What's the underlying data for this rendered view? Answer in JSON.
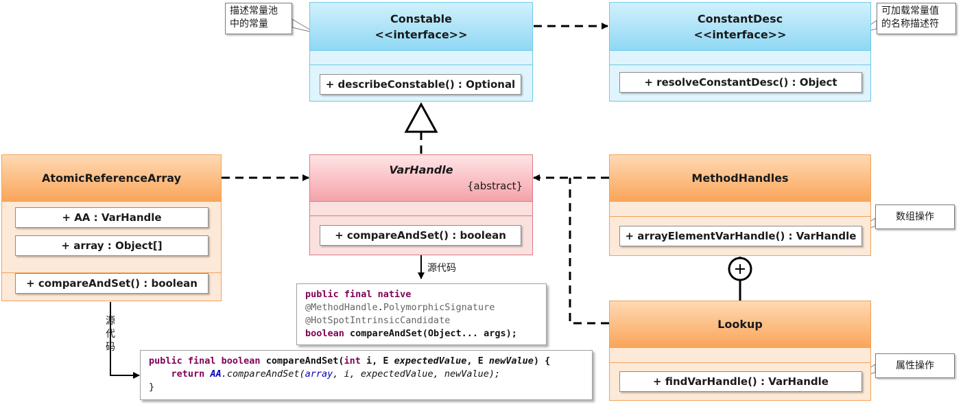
{
  "classes": {
    "constable": {
      "name": "Constable",
      "stereotype": "<<interface>>",
      "method": "+ describeConstable() : Optional"
    },
    "constant_desc": {
      "name": "ConstantDesc",
      "stereotype": "<<interface>>",
      "method": "+ resolveConstantDesc() : Object"
    },
    "var_handle": {
      "name": "VarHandle",
      "modifier": "{abstract}",
      "method": "+ compareAndSet() : boolean"
    },
    "atomic_reference_array": {
      "name": "AtomicReferenceArray",
      "fields": [
        "+ AA : VarHandle",
        "+ array : Object[]"
      ],
      "method": "+ compareAndSet() : boolean"
    },
    "method_handles": {
      "name": "MethodHandles",
      "method": "+ arrayElementVarHandle() : VarHandle"
    },
    "lookup": {
      "name": "Lookup",
      "method": "+ findVarHandle() : VarHandle"
    }
  },
  "callouts": {
    "constable_note": [
      "描述常量池",
      "中的常量"
    ],
    "constant_desc_note": [
      "可加载常量值",
      "的名称描述符"
    ],
    "method_handles_note": "数组操作",
    "lookup_note": "属性操作"
  },
  "labels": {
    "var_handle_source": "源代码",
    "atomic_source": [
      "源",
      "代",
      "码"
    ]
  },
  "code": {
    "var_handle": {
      "line1": {
        "kw": "public final native"
      },
      "line2": {
        "a": "@MethodHandle",
        "b": ".",
        "c": "PolymorphicSignature"
      },
      "line3": {
        "a": "@HotSpotIntrinsicCandidate"
      },
      "line4": {
        "kw": "boolean",
        "rest": " compareAndSet(Object... args);"
      }
    },
    "atomic": {
      "line1": {
        "kw": "public final boolean",
        "name": " compareAndSet(",
        "t1": "int",
        "p1": " i, ",
        "t2": "E",
        "p2": " expectedValue",
        "c1": ", ",
        "t3": "E",
        "p3": " newValue",
        "end": ") {"
      },
      "line2": {
        "indent": "    ",
        "kw": "return",
        "sp": " ",
        "fld": "AA",
        "call": ".compareAndSet(",
        "a1": "array",
        "a2": ", i, ",
        "a3": "expectedValue",
        "a4": ", ",
        "a5": "newValue",
        "end": ");"
      },
      "line3": "}"
    }
  },
  "colors": {
    "interface_fill": "#8fd8f4",
    "class_fill": "#f9a55a",
    "abstract_fill": "#f4a3aa",
    "keyword": "#7f0055",
    "field": "#0000c0",
    "annotation": "#646464"
  }
}
